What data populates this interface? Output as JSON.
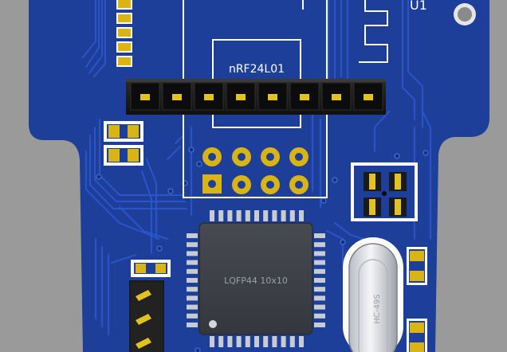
{
  "board": {
    "module_label": "nRF24L01",
    "designator_u1": "U1",
    "chip_label": "LQFP44 10x10",
    "crystal_label": "HC-49S"
  },
  "colors": {
    "background": "#9a9a9a",
    "pcb": "#1d3f9a",
    "trace": "#2a55c8",
    "silkscreen": "#ffffff",
    "gold_pad": "#d9b414",
    "header_black": "#1c1c1c",
    "ic_body": "#3e4247"
  }
}
